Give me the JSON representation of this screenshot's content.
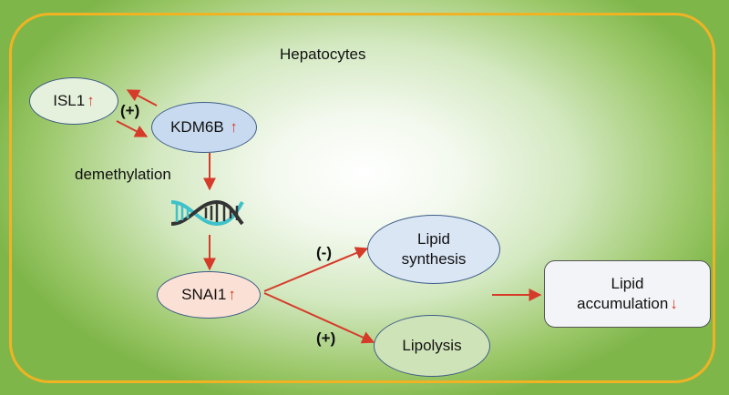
{
  "title": "Hepatocytes",
  "nodes": {
    "isl1": {
      "label": "ISL1",
      "arrow": "↑"
    },
    "kdm6b": {
      "label": "KDM6B",
      "arrow": "↑"
    },
    "snai1": {
      "label": "SNAI1",
      "arrow": "↑"
    },
    "lipid_synthesis": {
      "line1": "Lipid",
      "line2": "synthesis"
    },
    "lipolysis": {
      "label": "Lipolysis"
    },
    "lipid_accumulation": {
      "line1": "Lipid",
      "line2": "accumulation",
      "arrow": "↓"
    }
  },
  "labels": {
    "positive_feedback": "(+)",
    "demethylation": "demethylation",
    "inhibit": "(-)",
    "promote": "(+)"
  },
  "colors": {
    "arrow": "#d63b2a",
    "border": "#f0b323",
    "isl1_fill": "#e5f1dc",
    "kdm6b_fill": "#c8daf0",
    "snai1_fill": "#fbe0d5",
    "synthesis_fill": "#dbe6f5",
    "lipolysis_fill": "#cfe3b8"
  }
}
